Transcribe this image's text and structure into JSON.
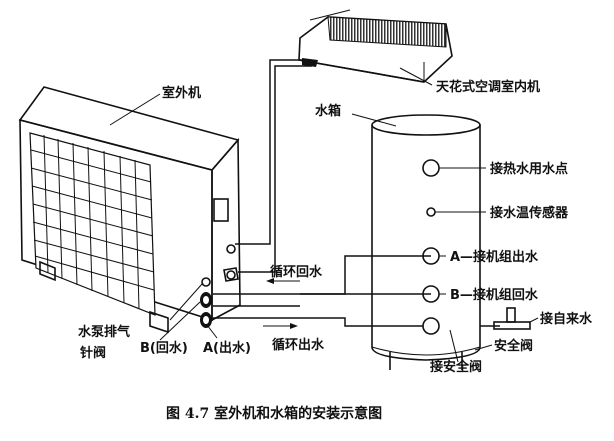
{
  "labels": {
    "outdoor_unit": "室外机",
    "indoor_unit": "天花式空调室内机",
    "water_tank": "水箱",
    "hot_water_outlet": "接热水用水点",
    "temp_sensor": "接水温传感器",
    "a_outlet": "A—接机组出水",
    "b_return": "B—接机组回水",
    "return_flow": "循环回水",
    "out_flow": "循环出水",
    "tap_water": "接自来水",
    "safety_valve": "安全阀",
    "safety_valve_conn": "接安全阀",
    "pump_vent_line1": "水泵排气",
    "pump_vent_line2": "针阀",
    "b_return_port": "B(回水)",
    "a_outlet_port": "A(出水)"
  },
  "caption": "图 4.7   室外机和水箱的安装示意图"
}
